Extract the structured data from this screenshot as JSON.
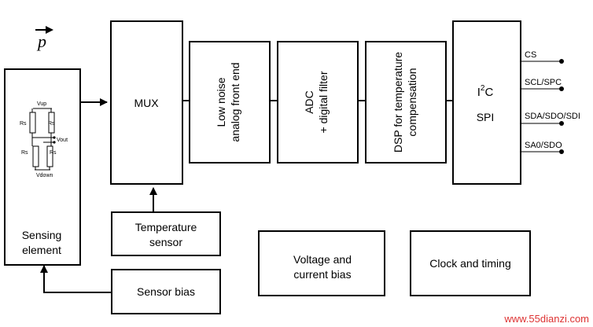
{
  "pressure_symbol": "p",
  "blocks": {
    "sensing_element": [
      "Sensing",
      "element"
    ],
    "mux": "MUX",
    "analog_front_end": [
      "Low noise",
      "analog front end"
    ],
    "adc": [
      "ADC",
      "+ digital filter"
    ],
    "dsp": [
      "DSP for temperature",
      "compensation"
    ],
    "interface": {
      "i2c_prefix": "I",
      "i2c_sup": "2",
      "i2c_suffix": "C",
      "spi": "SPI"
    },
    "temperature_sensor": [
      "Temperature",
      "sensor"
    ],
    "sensor_bias": "Sensor bias",
    "voltage_bias": [
      "Voltage and",
      "current bias"
    ],
    "clock_timing": "Clock and timing"
  },
  "bridge": {
    "vup": "Vup",
    "vdown": "Vdown",
    "vout": "Vout",
    "resistor_label": "Rs"
  },
  "pins": [
    "CS",
    "SCL/SPC",
    "SDA/SDO/SDI",
    "SA0/SDO"
  ],
  "watermark": "www.55dianzi.com"
}
